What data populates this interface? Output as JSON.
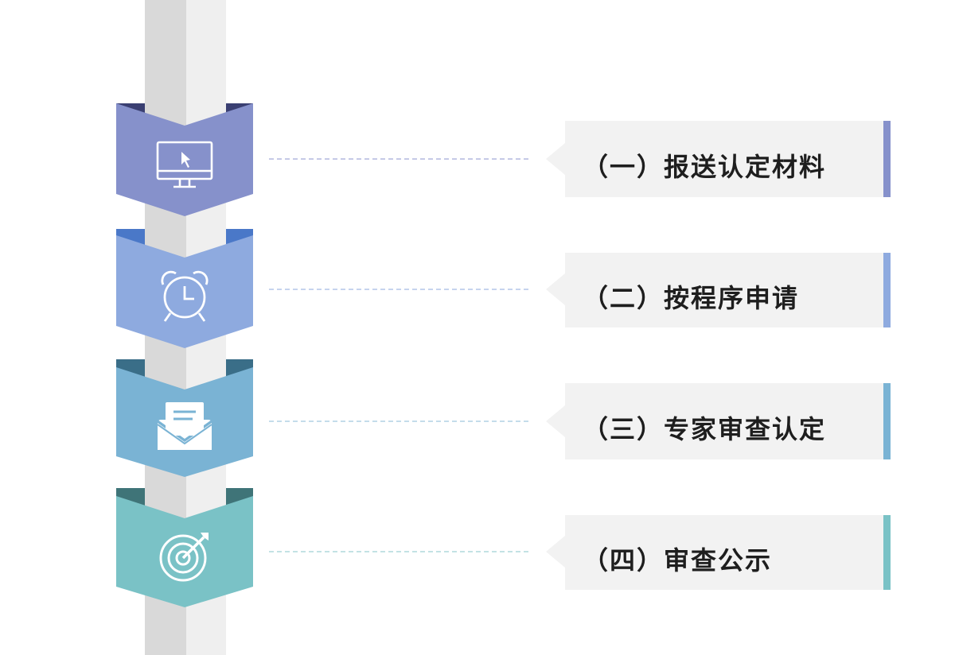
{
  "steps": [
    {
      "label": "（一）报送认定材料",
      "icon": "monitor-cursor-icon",
      "color": "#8691cb",
      "accent": "#8691cb",
      "dark": "#3a3f72"
    },
    {
      "label": "（二）按程序申请",
      "icon": "alarm-clock-icon",
      "color": "#8eaadf",
      "accent": "#8eaadf",
      "dark": "#4a78c8"
    },
    {
      "label": "（三）专家审查认定",
      "icon": "envelope-letter-icon",
      "color": "#7ab3d4",
      "accent": "#7ab3d4",
      "dark": "#3a6e88"
    },
    {
      "label": "（四）审查公示",
      "icon": "target-arrow-icon",
      "color": "#7ac2c6",
      "accent": "#7ac2c6",
      "dark": "#3f7478"
    }
  ]
}
